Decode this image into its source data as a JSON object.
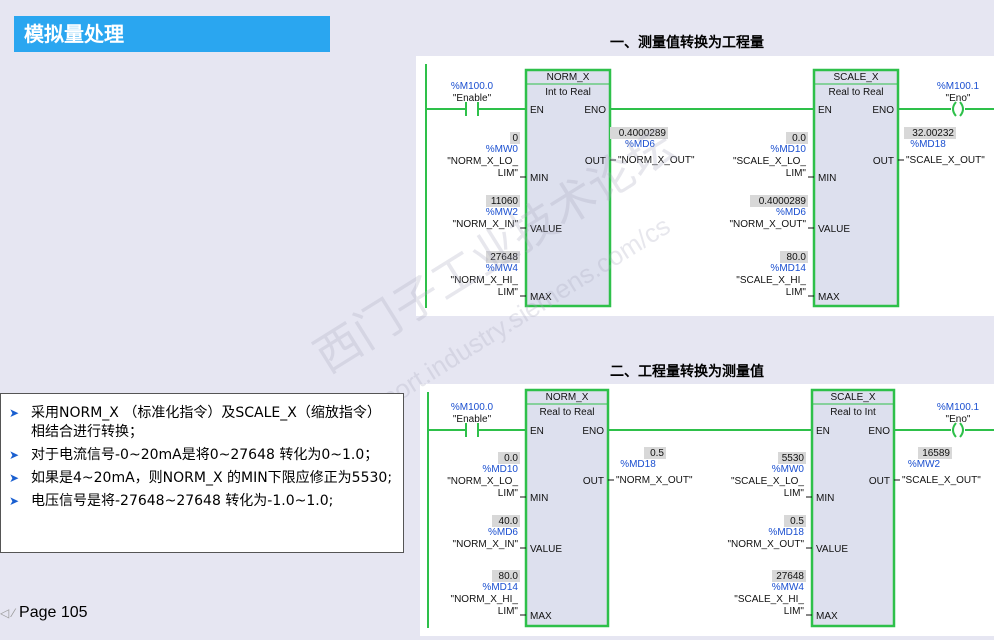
{
  "title": "模拟量处理",
  "diagram1": {
    "heading": "一、测量值转换为工程量",
    "en_contact": {
      "address": "%M100.0",
      "name": "\"Enable\""
    },
    "eno_coil": {
      "address": "%M100.1",
      "name": "\"Eno\""
    },
    "norm": {
      "name": "NORM_X",
      "type": "Int to Real",
      "min": {
        "value": "0",
        "address": "%MW0",
        "name1": "\"NORM_X_LO_",
        "name2": "LIM\""
      },
      "value": {
        "value": "11060",
        "address": "%MW2",
        "name1": "\"NORM_X_IN\""
      },
      "max": {
        "value": "27648",
        "address": "%MW4",
        "name1": "\"NORM_X_HI_",
        "name2": "LIM\""
      },
      "out": {
        "value": "0.4000289",
        "address": "%MD6",
        "name": "\"NORM_X_OUT\""
      }
    },
    "scale": {
      "name": "SCALE_X",
      "type": "Real to Real",
      "min": {
        "value": "0.0",
        "address": "%MD10",
        "name1": "\"SCALE_X_LO_",
        "name2": "LIM\""
      },
      "value": {
        "value": "0.4000289",
        "address": "%MD6",
        "name1": "\"NORM_X_OUT\""
      },
      "max": {
        "value": "80.0",
        "address": "%MD14",
        "name1": "\"SCALE_X_HI_",
        "name2": "LIM\""
      },
      "out": {
        "value": "32.00232",
        "address": "%MD18",
        "name": "\"SCALE_X_OUT\""
      }
    }
  },
  "diagram2": {
    "heading": "二、工程量转换为测量值",
    "en_contact": {
      "address": "%M100.0",
      "name": "\"Enable\""
    },
    "eno_coil": {
      "address": "%M100.1",
      "name": "\"Eno\""
    },
    "norm": {
      "name": "NORM_X",
      "type": "Real to Real",
      "min": {
        "value": "0.0",
        "address": "%MD10",
        "name1": "\"NORM_X_LO_",
        "name2": "LIM\""
      },
      "value": {
        "value": "40.0",
        "address": "%MD6",
        "name1": "\"NORM_X_IN\""
      },
      "max": {
        "value": "80.0",
        "address": "%MD14",
        "name1": "\"NORM_X_HI_",
        "name2": "LIM\""
      },
      "out": {
        "value": "0.5",
        "address": "%MD18",
        "name": "\"NORM_X_OUT\""
      }
    },
    "scale": {
      "name": "SCALE_X",
      "type": "Real to Int",
      "min": {
        "value": "5530",
        "address": "%MW0",
        "name1": "\"SCALE_X_LO_",
        "name2": "LIM\""
      },
      "value": {
        "value": "0.5",
        "address": "%MD18",
        "name1": "\"NORM_X_OUT\""
      },
      "max": {
        "value": "27648",
        "address": "%MW4",
        "name1": "\"SCALE_X_HI_",
        "name2": "LIM\""
      },
      "out": {
        "value": "16589",
        "address": "%MW2",
        "name": "\"SCALE_X_OUT\""
      }
    }
  },
  "pins": {
    "en": "EN",
    "eno": "ENO",
    "out": "OUT",
    "min": "MIN",
    "value": "VALUE",
    "max": "MAX"
  },
  "bullets": [
    "采用NORM_X （标准化指令）及SCALE_X（缩放指令） 相结合进行转换；",
    "对于电流信号-0~20mA是将0~27648 转化为0~1.0；",
    "如果是4~20mA，则NORM_X 的MIN下限应修正为5530;",
    "电压信号是将-27648~27648 转化为-1.0~1.0;"
  ],
  "footer": "Page 105",
  "watermark": "西门子工业技术论坛",
  "watermark_url": "support.industry.siemens.com/cs",
  "colors": {
    "title_bg": "#2aa6f0",
    "rung": "#2ec04a",
    "block_fill": "#dde0ee",
    "value_bg": "#d8d8d8",
    "address": "#1a4fd0",
    "bullet_arrow": "#1a5fd0"
  }
}
